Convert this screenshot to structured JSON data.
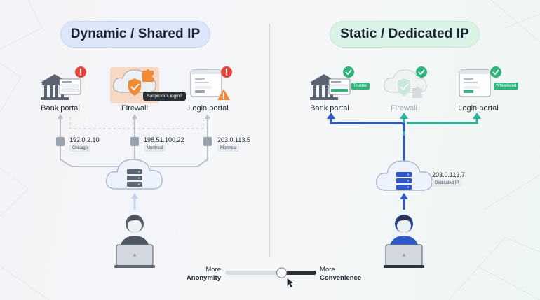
{
  "left": {
    "title": "Dynamic / Shared IP",
    "nodes": {
      "bank": "Bank portal",
      "firewall": "Firewall",
      "login": "Login portal"
    },
    "tooltip": "Suspicious login?",
    "ips": [
      {
        "ip": "192.0.2.10",
        "city": "Chicago"
      },
      {
        "ip": "198.51.100.22",
        "city": "Montreal"
      },
      {
        "ip": "203.0.113.5",
        "city": "Montreal"
      }
    ]
  },
  "right": {
    "title": "Static / Dedicated IP",
    "nodes": {
      "bank": "Bank portal",
      "firewall": "Firewall",
      "login": "Login portal"
    },
    "badges": {
      "bank": "Trusted",
      "login": "Whitelisted"
    },
    "ip": "203.0.113.7",
    "ip_tag": "Dedicated IP"
  },
  "slider": {
    "left_line1": "More",
    "left_line2": "Anonymity",
    "right_line1": "More",
    "right_line2": "Convenience",
    "position": 0.62
  },
  "colors": {
    "blue": "#2e57c9",
    "teal": "#2ab39a",
    "gray_line": "#b8bfc8",
    "alert": "#e2453c",
    "ok": "#2fb37c"
  }
}
